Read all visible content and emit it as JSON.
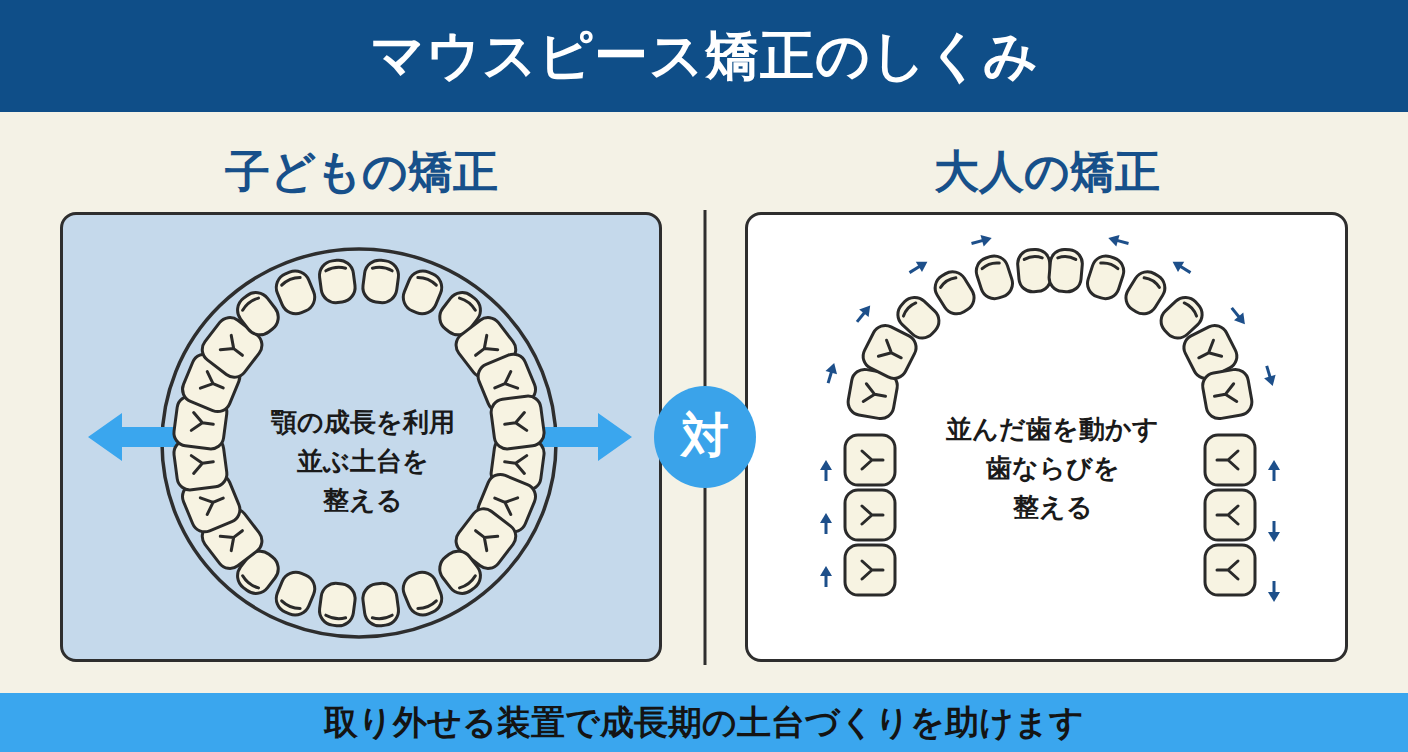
{
  "diagram": {
    "title": "マウスピース矯正のしくみ",
    "caption": "取り外せる装置で成長期の土台づくりを助けます",
    "nodes": [
      {
        "text": [
          "子どもの矯正",
          "顎の成長を利用 並ぶ土台を 整える"
        ]
      },
      {
        "text": [
          "大人の矯正",
          "並んだ歯を動かす 歯ならびを 整える"
        ]
      },
      {
        "text": [
          "対"
        ]
      }
    ]
  }
}
